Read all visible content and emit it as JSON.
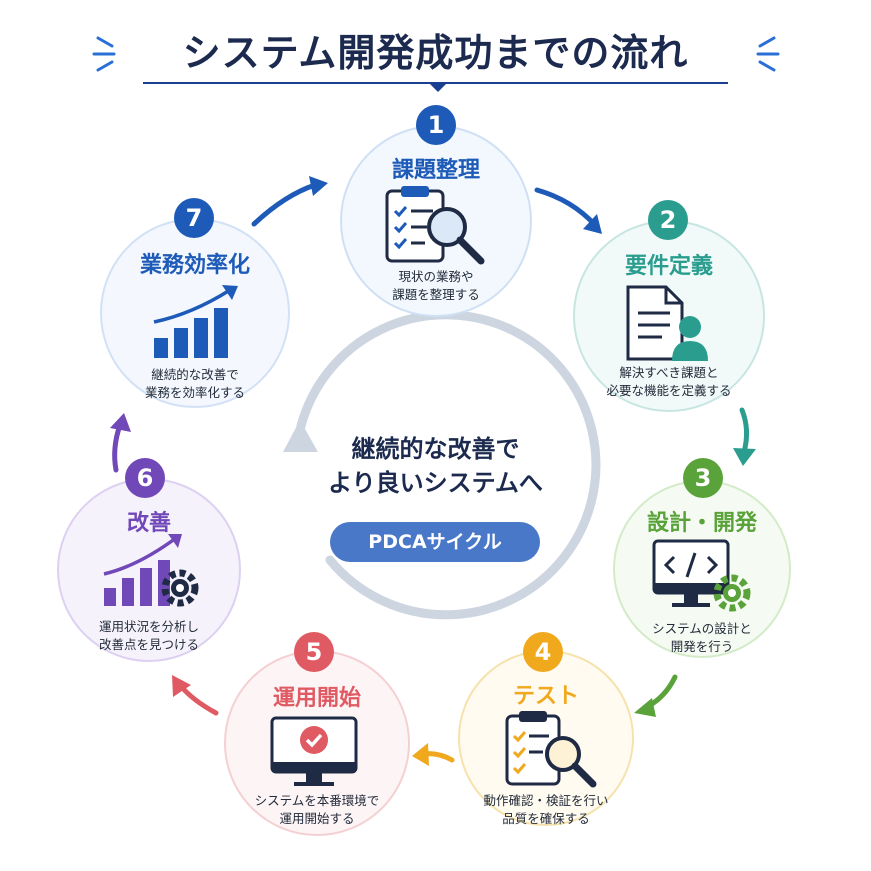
{
  "title": "システム開発成功までの流れ",
  "center": {
    "line1": "継続的な改善で",
    "line2": "より良いシステムへ",
    "pill": "PDCAサイクル"
  },
  "steps": [
    {
      "num": "1",
      "title": "課題整理",
      "desc1": "現状の業務や",
      "desc2": "課題を整理する",
      "color": "#1e5bb8",
      "icon": "clipboard-magnifier-icon"
    },
    {
      "num": "2",
      "title": "要件定義",
      "desc1": "解決すべき課題と",
      "desc2": "必要な機能を定義する",
      "color": "#2a9d8f",
      "icon": "document-person-icon"
    },
    {
      "num": "3",
      "title": "設計・開発",
      "desc1": "システムの設計と",
      "desc2": "開発を行う",
      "color": "#5aa33a",
      "icon": "monitor-code-gear-icon"
    },
    {
      "num": "4",
      "title": "テスト",
      "desc1": "動作確認・検証を行い",
      "desc2": "品質を確保する",
      "color": "#f0a81c",
      "icon": "checklist-magnifier-icon"
    },
    {
      "num": "5",
      "title": "運用開始",
      "desc1": "システムを本番環境で",
      "desc2": "運用開始する",
      "color": "#e05a63",
      "icon": "monitor-check-icon"
    },
    {
      "num": "6",
      "title": "改善",
      "desc1": "運用状況を分析し",
      "desc2": "改善点を見つける",
      "color": "#7048b8",
      "icon": "chart-gear-icon"
    },
    {
      "num": "7",
      "title": "業務効率化",
      "desc1": "継続的な改善で",
      "desc2": "業務を効率化する",
      "color": "#1e5bb8",
      "icon": "growth-chart-icon"
    }
  ]
}
